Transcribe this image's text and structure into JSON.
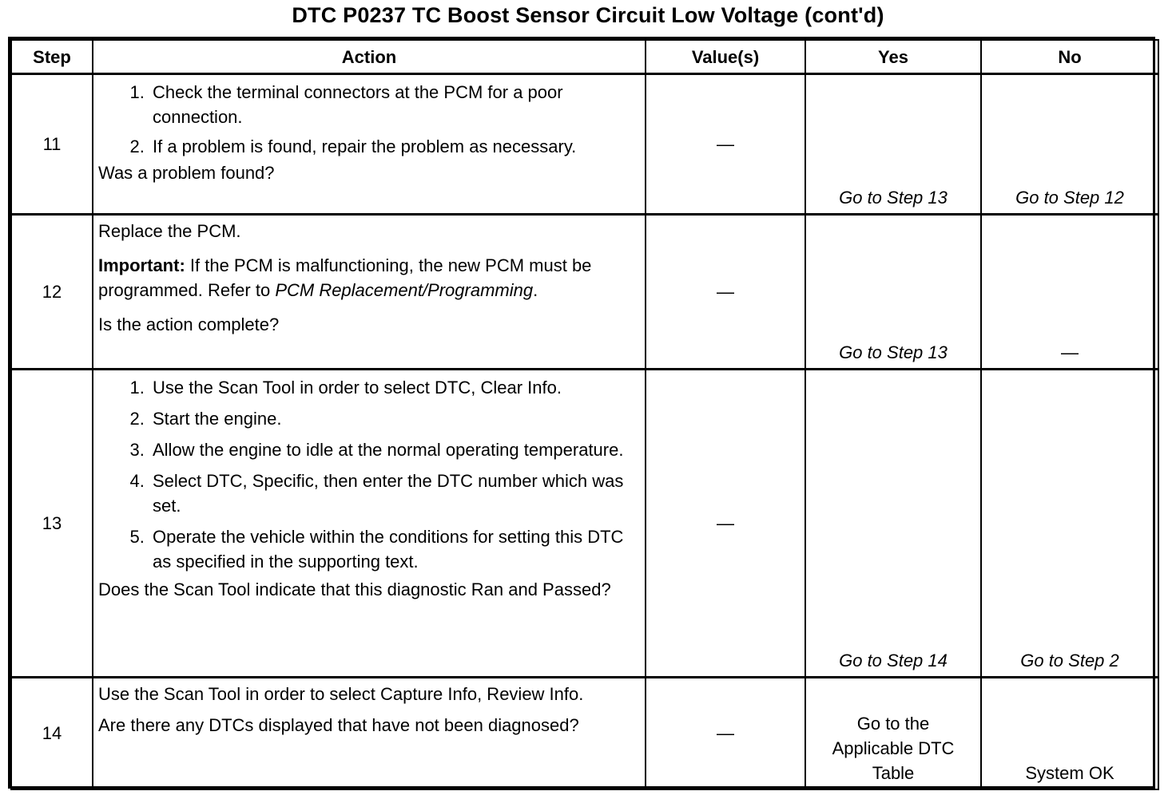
{
  "title": "DTC P0237 TC Boost Sensor Circuit Low Voltage (cont'd)",
  "headers": {
    "step": "Step",
    "action": "Action",
    "values": "Value(s)",
    "yes": "Yes",
    "no": "No"
  },
  "rows": [
    {
      "step": "11",
      "items": [
        "Check the terminal connectors at the PCM for a poor connection.",
        "If a problem is found, repair the problem as necessary."
      ],
      "question": "Was a problem found?",
      "value": "—",
      "yes": "Go to Step 13",
      "no": "Go to Step 12"
    },
    {
      "step": "12",
      "line1": "Replace the PCM.",
      "important_label": "Important:",
      "important_text": " If the PCM is malfunctioning, the new PCM must be programmed. Refer to ",
      "important_ref": "PCM Replacement/Programming",
      "important_end": ".",
      "question": "Is the action complete?",
      "value": "—",
      "yes": "Go to Step 13",
      "no": "—"
    },
    {
      "step": "13",
      "items": [
        "Use the Scan Tool in order to select DTC, Clear Info.",
        "Start the engine.",
        "Allow the engine to idle at the normal operating temperature.",
        "Select DTC, Specific, then enter the DTC number which was set.",
        "Operate the vehicle within the conditions for setting this DTC as specified in the supporting text."
      ],
      "question": "Does the Scan Tool indicate that this diagnostic Ran and Passed?",
      "value": "—",
      "yes": "Go to Step 14",
      "no": "Go to Step 2"
    },
    {
      "step": "14",
      "line1": "Use the Scan Tool in order to select Capture Info, Review Info.",
      "question": "Are there any DTCs displayed that have not been diagnosed?",
      "value": "—",
      "yes": "Go to the Applicable DTC Table",
      "no": "System OK"
    }
  ]
}
